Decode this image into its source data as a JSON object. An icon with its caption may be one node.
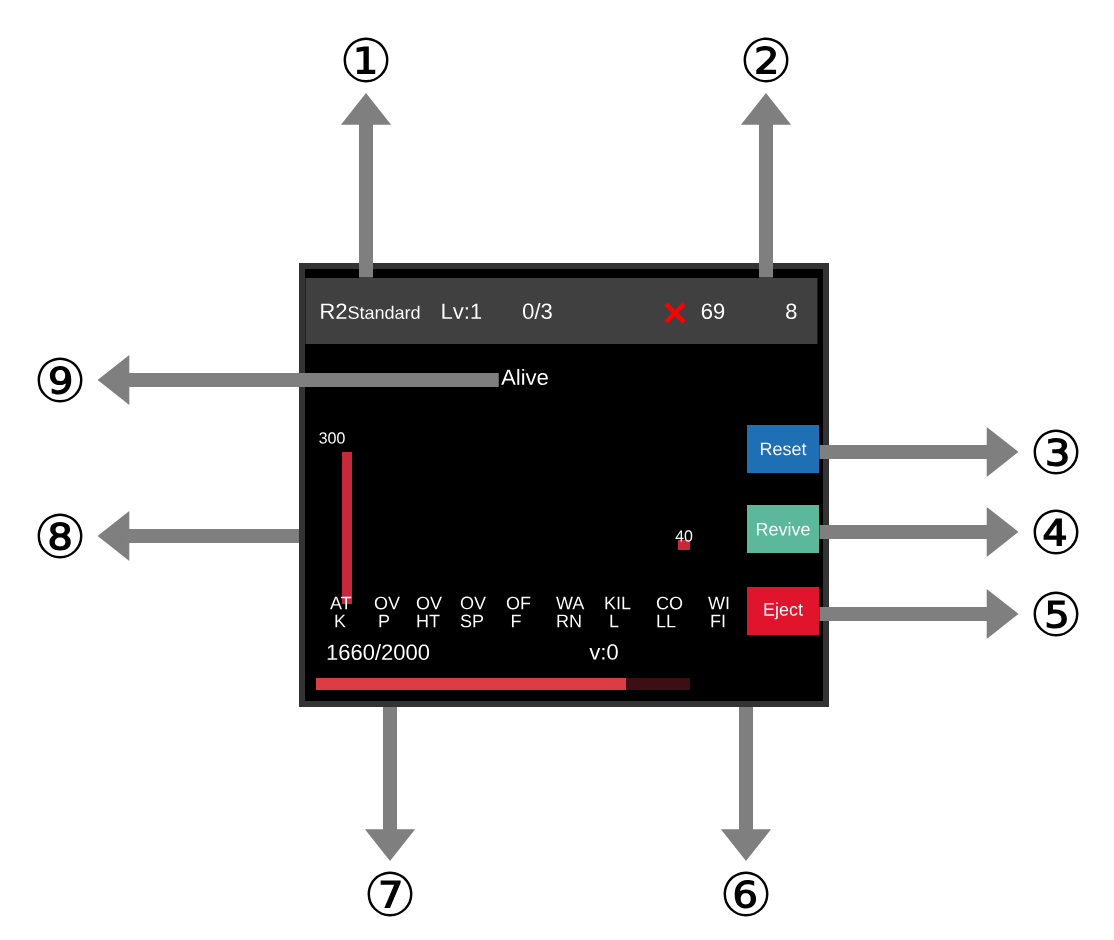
{
  "diagram": {
    "nodes": [
      {
        "text": [],
        "shape": "box"
      },
      {
        "text": [
          "R2",
          "Standard",
          "Lv:1",
          "0/3",
          "69",
          "8"
        ],
        "in": 0
      },
      {
        "text": [
          "Alive"
        ],
        "in": 0
      },
      {
        "text": [
          "Reset"
        ],
        "in": 0
      },
      {
        "text": [
          "Revive"
        ],
        "in": 0
      },
      {
        "text": [
          "Eject"
        ],
        "in": 0
      },
      {
        "text": [
          "①"
        ]
      },
      {
        "text": [
          "②"
        ]
      },
      {
        "text": [
          "③"
        ]
      },
      {
        "text": [
          "④"
        ]
      },
      {
        "text": [
          "⑤"
        ]
      },
      {
        "text": [
          "⑥"
        ]
      },
      {
        "text": [
          "⑦"
        ]
      },
      {
        "text": [
          "⑧"
        ]
      },
      {
        "text": [
          "⑨"
        ]
      }
    ],
    "edges": [
      {
        "from": 1,
        "to": 6,
        "arrow": "to"
      },
      {
        "from": 1,
        "to": 7,
        "arrow": "to"
      },
      {
        "from": 3,
        "to": 8,
        "arrow": "to"
      },
      {
        "from": 4,
        "to": 9,
        "arrow": "to"
      },
      {
        "from": 5,
        "to": 10,
        "arrow": "to"
      },
      {
        "from": 0,
        "to": 11,
        "arrow": "to"
      },
      {
        "from": 0,
        "to": 12,
        "arrow": "to"
      },
      {
        "from": 0,
        "to": 13,
        "arrow": "to"
      },
      {
        "from": 2,
        "to": 14,
        "arrow": "to"
      }
    ],
    "labels": [
      "300",
      "40",
      "AT K",
      "OV P",
      "OV HT",
      "OV SP",
      "OF F",
      "WA RN",
      "KIL L",
      "CO LL",
      "WI FI",
      "1660/2000",
      "v:0"
    ]
  }
}
